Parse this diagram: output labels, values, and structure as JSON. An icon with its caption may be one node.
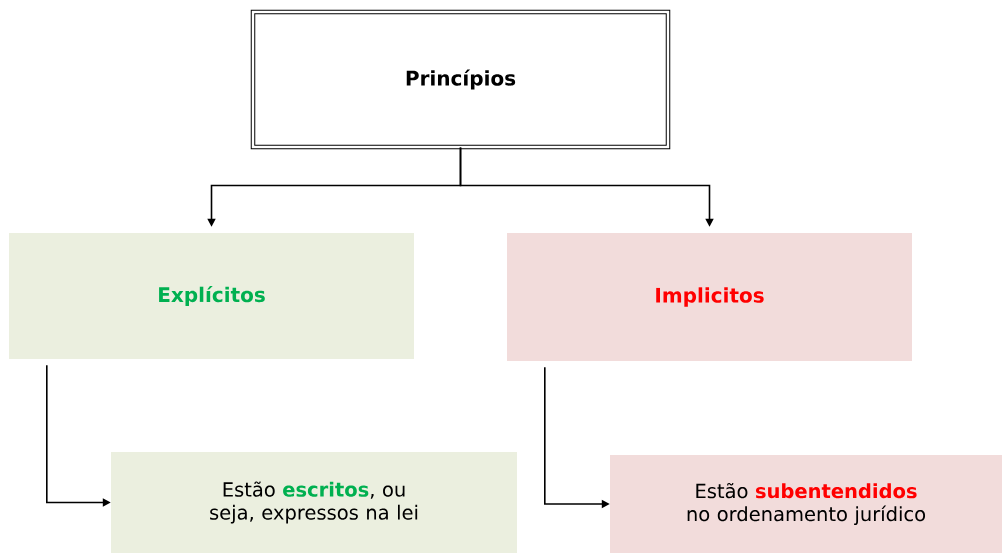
{
  "diagram": {
    "nodes": [
      {
        "text": [
          "Princípios"
        ]
      },
      {
        "text": [
          "Explícitos"
        ]
      },
      {
        "text": [
          "Implicitos"
        ]
      },
      {
        "text": [
          "Estão **escritos**, ou seja, expressos na lei"
        ]
      },
      {
        "text": [
          "Estão **subentendidos** no ordenamento jurídico"
        ]
      }
    ],
    "edges": [
      {
        "from": 0,
        "to": 1,
        "arrow": "to"
      },
      {
        "from": 0,
        "to": 2,
        "arrow": "to"
      },
      {
        "from": 1,
        "to": 3,
        "arrow": "to"
      },
      {
        "from": 2,
        "to": 4,
        "arrow": "to"
      }
    ]
  }
}
